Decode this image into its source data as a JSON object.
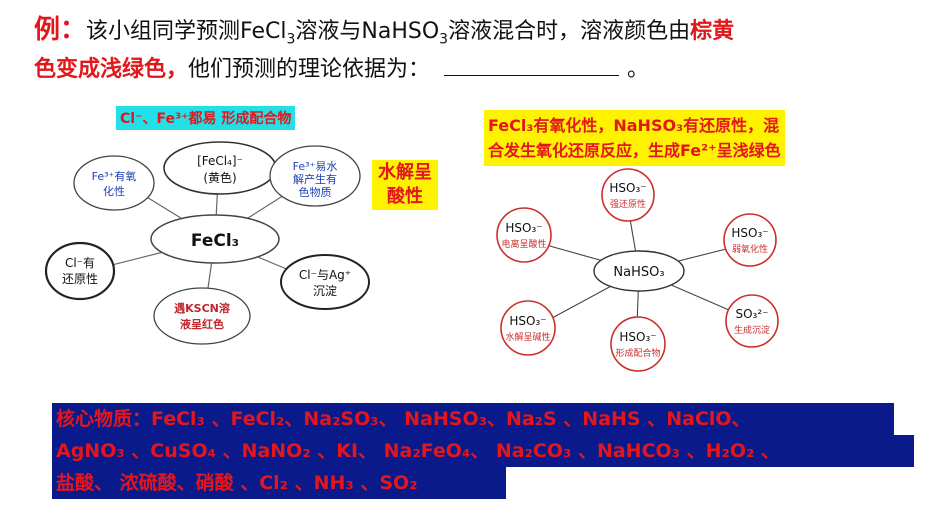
{
  "question": {
    "label": "例：",
    "line1_text": "该小组同学预测FeCl",
    "line1_sub": "3",
    "line1_text2": "溶液与NaHSO",
    "line1_sub2": "3",
    "line1_text3": "溶液混合时，溶液颜色由",
    "line1_highlight": "棕黄",
    "line2_highlight": "色变成浅绿色，",
    "line2_text": "他们预测的理论依据为：",
    "line2_end": "。"
  },
  "left_diagram": {
    "top_label": "Cl⁻、Fe³⁺都易 形成配合物",
    "side_tag": "水解呈酸性",
    "center": "FeCl₃",
    "nodes": [
      {
        "text1": "Fe³⁺有氧",
        "text2": "化性"
      },
      {
        "text1": "[FeCl₄]⁻",
        "text2": "(黄色)"
      },
      {
        "text1": "Fe³⁺易水",
        "text2": "解产生有",
        "text3": "色物质"
      },
      {
        "text1": "Cl⁻有",
        "text2": "还原性"
      },
      {
        "text1": "Cl⁻与Ag⁺",
        "text2": "沉淀"
      },
      {
        "text1": "遇KSCN溶",
        "text2": "液呈红色"
      }
    ]
  },
  "right_diagram": {
    "top_label_line1": "FeCl₃有氧化性，NaHSO₃有还原性，混",
    "top_label_line2": "合发生氧化还原反应，生成Fe²⁺呈浅绿色",
    "center": "NaHSO₃",
    "nodes": [
      {
        "formula": "HSO₃⁻",
        "note": "强还原性"
      },
      {
        "formula": "HSO₃⁻",
        "note": "电离呈酸性"
      },
      {
        "formula": "HSO₃⁻",
        "note": "弱氧化性"
      },
      {
        "formula": "HSO₃⁻",
        "note": "水解呈碱性"
      },
      {
        "formula": "HSO₃⁻",
        "note": "形成配合物"
      },
      {
        "formula": "SO₃²⁻",
        "note": "生成沉淀"
      }
    ]
  },
  "core_substances": {
    "line1": "核心物质：FeCl₃ 、FeCl₂、Na₂SO₃、 NaHSO₃、Na₂S 、NaHS 、NaClO、",
    "line2": "AgNO₃ 、CuSO₄ 、NaNO₂ 、KI、 Na₂FeO₄、 Na₂CO₃ 、NaHCO₃ 、H₂O₂ 、",
    "line3": "盐酸、 浓硫酸、硝酸 、Cl₂ 、NH₃ 、SO₂"
  },
  "colors": {
    "red": "#e3161b",
    "navy": "#0b1a8a",
    "cyan": "#22e0e8",
    "yellow": "#fff200",
    "node_border": "#c9302c"
  }
}
